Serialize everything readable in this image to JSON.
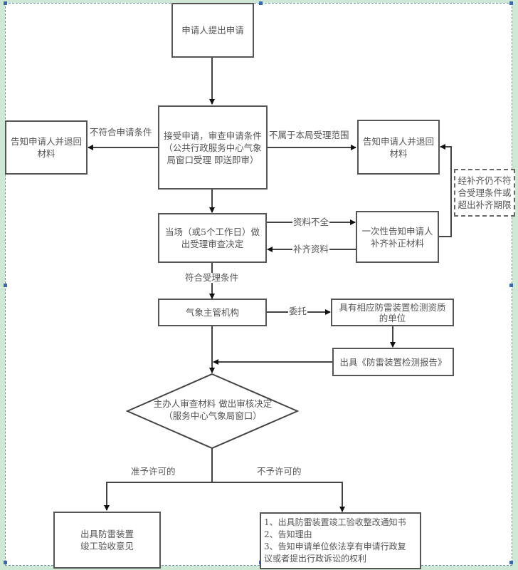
{
  "diagram": {
    "nodes": {
      "apply": "申请人提出申请",
      "accept_review": "接受申请，审查申请条件\n（公共行政服务中心气象\n局窗口受理  即送即审）",
      "notify_return_left": "告知申请人并退回\n材料",
      "notify_return_right": "告知申请人并退回\n材料",
      "decide": "当场（或5个工作日）做\n出受理审查决定",
      "notify_supplement": "一次性告知申请人\n补齐补正材料",
      "supplement_failed": "经补齐仍不符\n合受理条件或\n超出补齐期限",
      "authority": "气象主管机构",
      "qualified_unit": "具有相应防雷装置检测资质\n的单位",
      "report": "出具《防雷装置检测报告》",
      "review_decision": "主办人审查材料  做出审核决定\n（服务中心气象局窗口）",
      "approve_result": "出具防雷装置\n竣工验收意见",
      "reject_result": "1、出具防雷装置竣工验收整改通知书\n2、告知理由\n3、告知申请单位依法享有申请行政复\n议或者提出行政诉讼的权利"
    },
    "edge_labels": {
      "not_meet_conditions": "不符合申请条件",
      "not_in_scope": "不属于本局受理范围",
      "incomplete": "资料不全",
      "supplemented": "补齐资料",
      "meets_acceptance": "符合受理条件",
      "entrust": "委托",
      "approved": "准予许可的",
      "rejected": "不予许可的"
    }
  }
}
